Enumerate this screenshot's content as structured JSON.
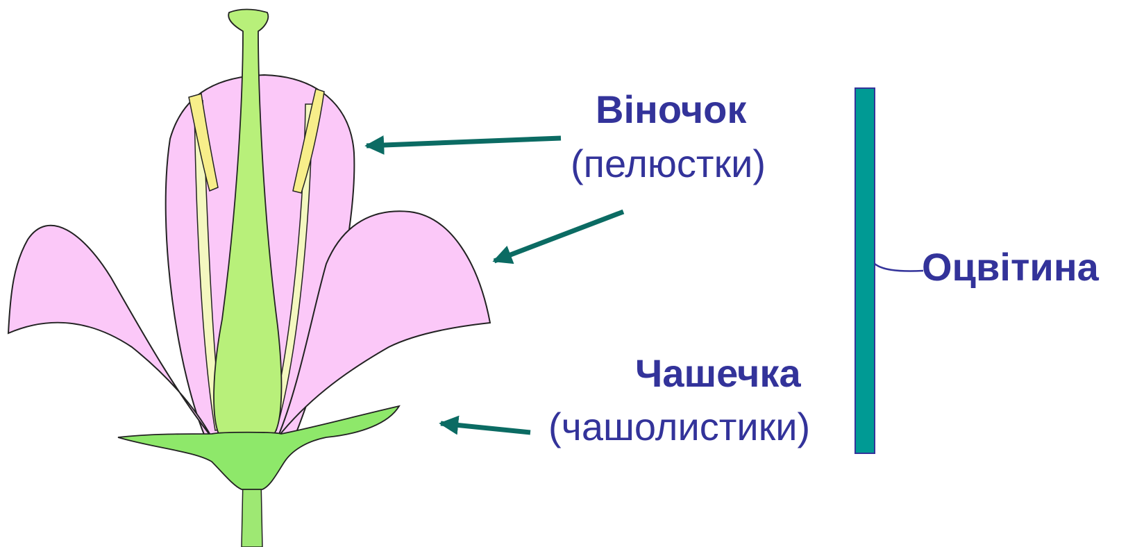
{
  "labels": {
    "corolla": "Віночок",
    "corolla_sub": "(пелюстки)",
    "calyx": "Чашечка",
    "calyx_sub": "(чашолистики)",
    "perianth": "Оцвітина"
  },
  "colors": {
    "label_text": "#33339a",
    "arrow": "#0b6b63",
    "bracket": "#009a94",
    "petal": "#fbc8f8",
    "pistil": "#b8f07a",
    "sepal": "#8ee86a",
    "anther": "#f7ee8a",
    "outline": "#222222"
  }
}
